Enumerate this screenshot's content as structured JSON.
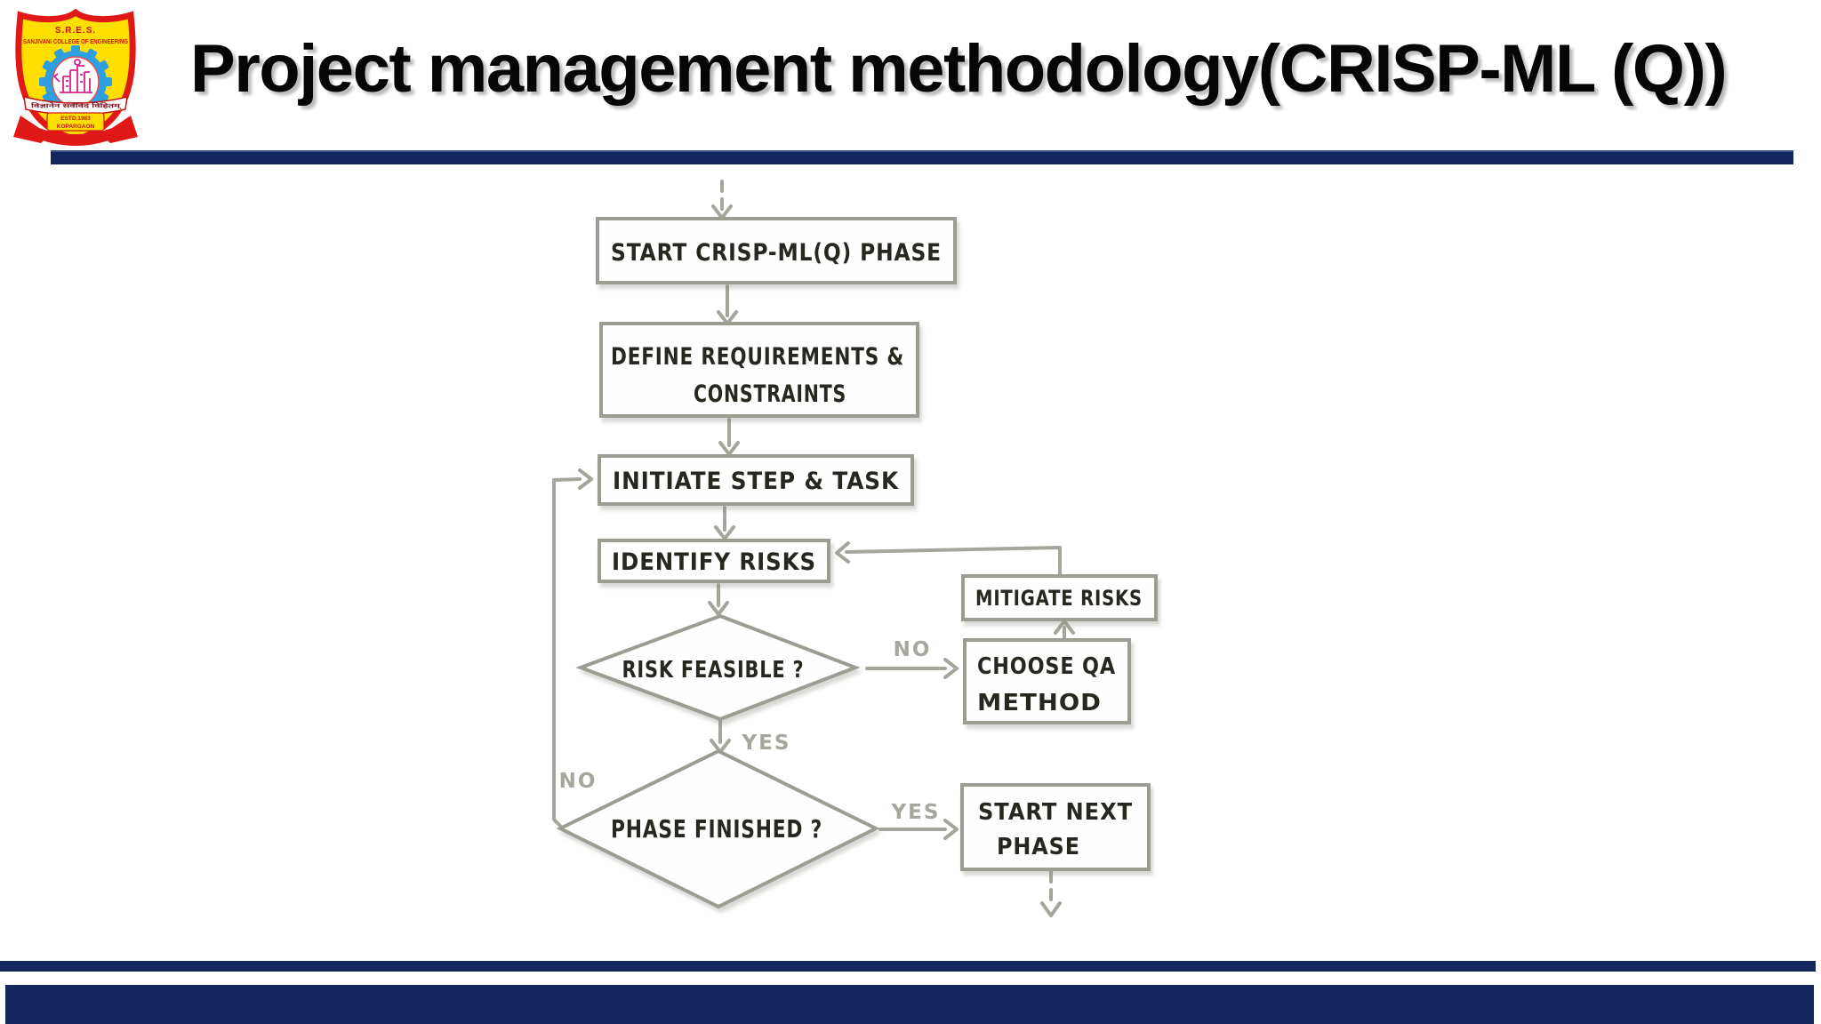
{
  "slide": {
    "title": "Project management methodology(CRISP-ML (Q))"
  },
  "logo": {
    "abbr": "S.R.E.S.",
    "name": "SANJIVANI COLLEGE OF ENGINEERING",
    "motto": "विज्ञानेन सर्वविदं विहितम्",
    "estd": "ESTD.1983",
    "place": "KOPARGAON"
  },
  "flowchart": {
    "nodes": {
      "start": "START CRISP-ML(Q) PHASE",
      "define": [
        "DEFINE REQUIREMENTS &",
        "CONSTRAINTS"
      ],
      "initiate": "INITIATE STEP & TASK",
      "identify": "IDENTIFY RISKS",
      "risk_feasible": "RISK FEASIBLE ?",
      "mitigate": "MITIGATE RISKS",
      "choose_qa": [
        "CHOOSE QA",
        "METHOD"
      ],
      "phase_finished": "PHASE FINISHED ?",
      "start_next": [
        "START NEXT",
        "PHASE"
      ]
    },
    "edge_labels": {
      "risk_feasible_no": "NO",
      "risk_feasible_yes": "YES",
      "phase_finished_no": "NO",
      "phase_finished_yes": "YES"
    }
  },
  "colors": {
    "accent_navy": "#14265e",
    "sketch_stroke": "#a6a59c",
    "sketch_ink": "#27261f",
    "logo_red": "#e01818",
    "logo_yellow": "#ffdf00",
    "logo_blue": "#2e9fe0",
    "logo_magenta": "#d62090"
  }
}
